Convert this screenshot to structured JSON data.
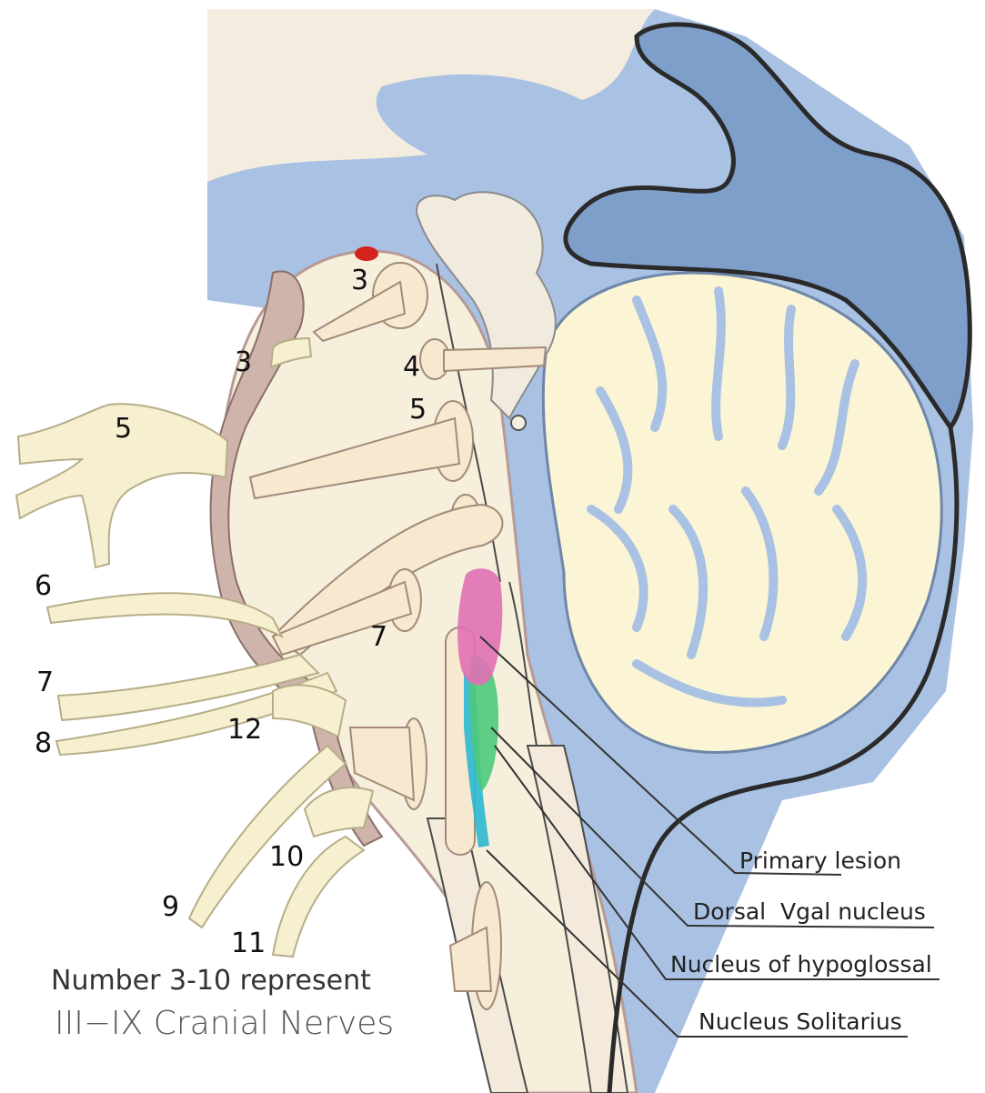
{
  "nerve_numbers": {
    "n3_nucleus": "3",
    "n3_root": "3",
    "n4": "4",
    "n5_nucleus": "5",
    "n5_root": "5",
    "n6": "6",
    "n7_nucleus": "7",
    "n7_root": "7",
    "n8": "8",
    "n9": "9",
    "n10": "10",
    "n11": "11",
    "n12": "12"
  },
  "annotations": {
    "primary_lesion": "Primary lesion",
    "dorsal_vagal": "Dorsal  Vgal nucleus",
    "hypoglossal": "Nucleus of hypoglossal",
    "solitarius": "Nucleus Solitarius"
  },
  "caption": {
    "line1": "Number 3-10 represent",
    "line2": "III−IX Cranial Nerves"
  },
  "colors": {
    "csf_blue": "#a9c1e3",
    "ventricle_dark": "#7f9fcb",
    "tissue_cream": "#f6efdc",
    "cerebellum_cream": "#fbf5d6",
    "brown_outline": "#b79a96",
    "lesion_pink": "#e070b4",
    "dorsal_green": "#4ec97c",
    "solitary_cyan": "#2bb8cf"
  }
}
